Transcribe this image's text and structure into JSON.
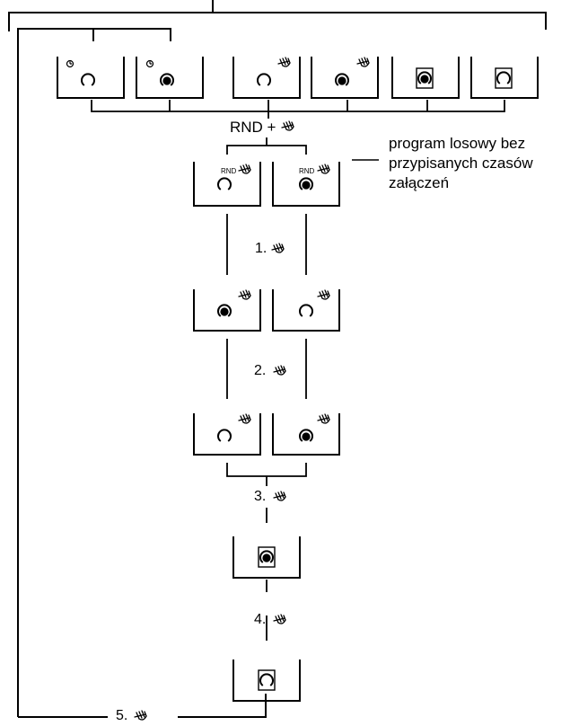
{
  "rnd_label": "RND +",
  "box_rnd_tag": "RND",
  "note": [
    "program losowy bez",
    "przypisanych czasów",
    "załączeń"
  ],
  "steps": [
    "1.",
    "2.",
    "3.",
    "4.",
    "5."
  ],
  "icons": [
    "clock-icon",
    "hand-icon",
    "lamp-off-icon",
    "lamp-on-icon",
    "framed-lamp-on-icon",
    "framed-lamp-off-icon"
  ]
}
